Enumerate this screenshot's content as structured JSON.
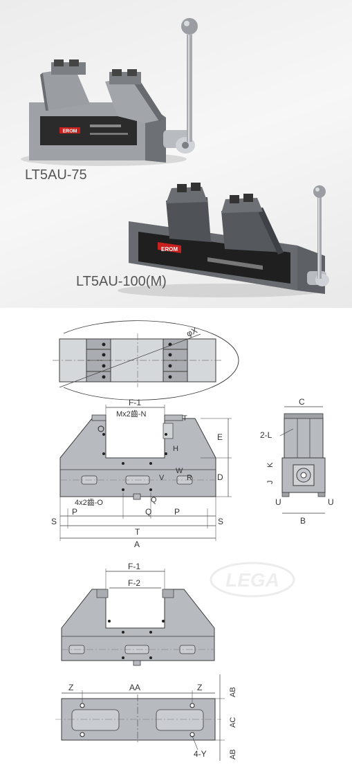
{
  "models": {
    "small": "LT5AU-75",
    "large": "LT5AU-100(M)"
  },
  "brand_plate": "EROM",
  "watermark": "LEGA",
  "colors": {
    "steel": "#8e9297",
    "steel_dark": "#5d6166",
    "plate": "#2b2b2b",
    "brand_red": "#c8201e",
    "drawing_fill": "#b7bbc0",
    "drawing_line": "#3a3a3a"
  },
  "dimensions": {
    "top_view": {
      "phi_x": "φX"
    },
    "front_view": {
      "f1": "F-1",
      "m_holes": "Mx2齒-N",
      "e": "E",
      "h": "H",
      "t_mark": "T",
      "d": "D",
      "v": "V",
      "w": "W",
      "r": "R",
      "o_holes": "4x2齒-O",
      "q_mark": "Q",
      "s_left": "S",
      "p_left": "P",
      "q": "Q",
      "p_right": "P",
      "s_right": "S",
      "t": "T",
      "a": "A"
    },
    "side_view": {
      "c": "C",
      "two_l": "2-L",
      "k": "K",
      "j": "J",
      "u_left": "U",
      "u_right": "U",
      "b": "B"
    },
    "front_view_2": {
      "f1": "F-1",
      "f2": "F-2"
    },
    "base_view": {
      "z_left": "Z",
      "aa": "AA",
      "z_right": "Z",
      "ab_top": "AB",
      "ac": "AC",
      "ab_bottom": "AB",
      "four_y": "4-Y"
    }
  }
}
